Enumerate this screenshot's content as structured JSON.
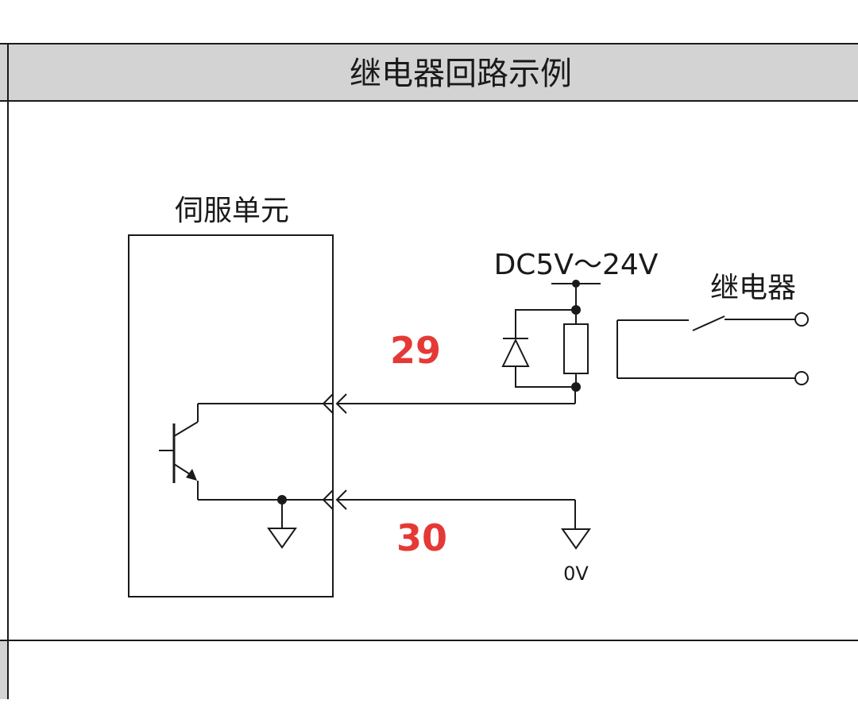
{
  "header": {
    "title": "继电器回路示例"
  },
  "diagram": {
    "servo_unit_label": "伺服单元",
    "supply_label": "DC5V～24V",
    "relay_label": "继电器",
    "pin_output": "29",
    "pin_common": "30",
    "ground_label": "0V"
  },
  "colors": {
    "header_bg": "#d3d3d3",
    "line": "#1a1a1a",
    "pin_label": "#e53935"
  }
}
